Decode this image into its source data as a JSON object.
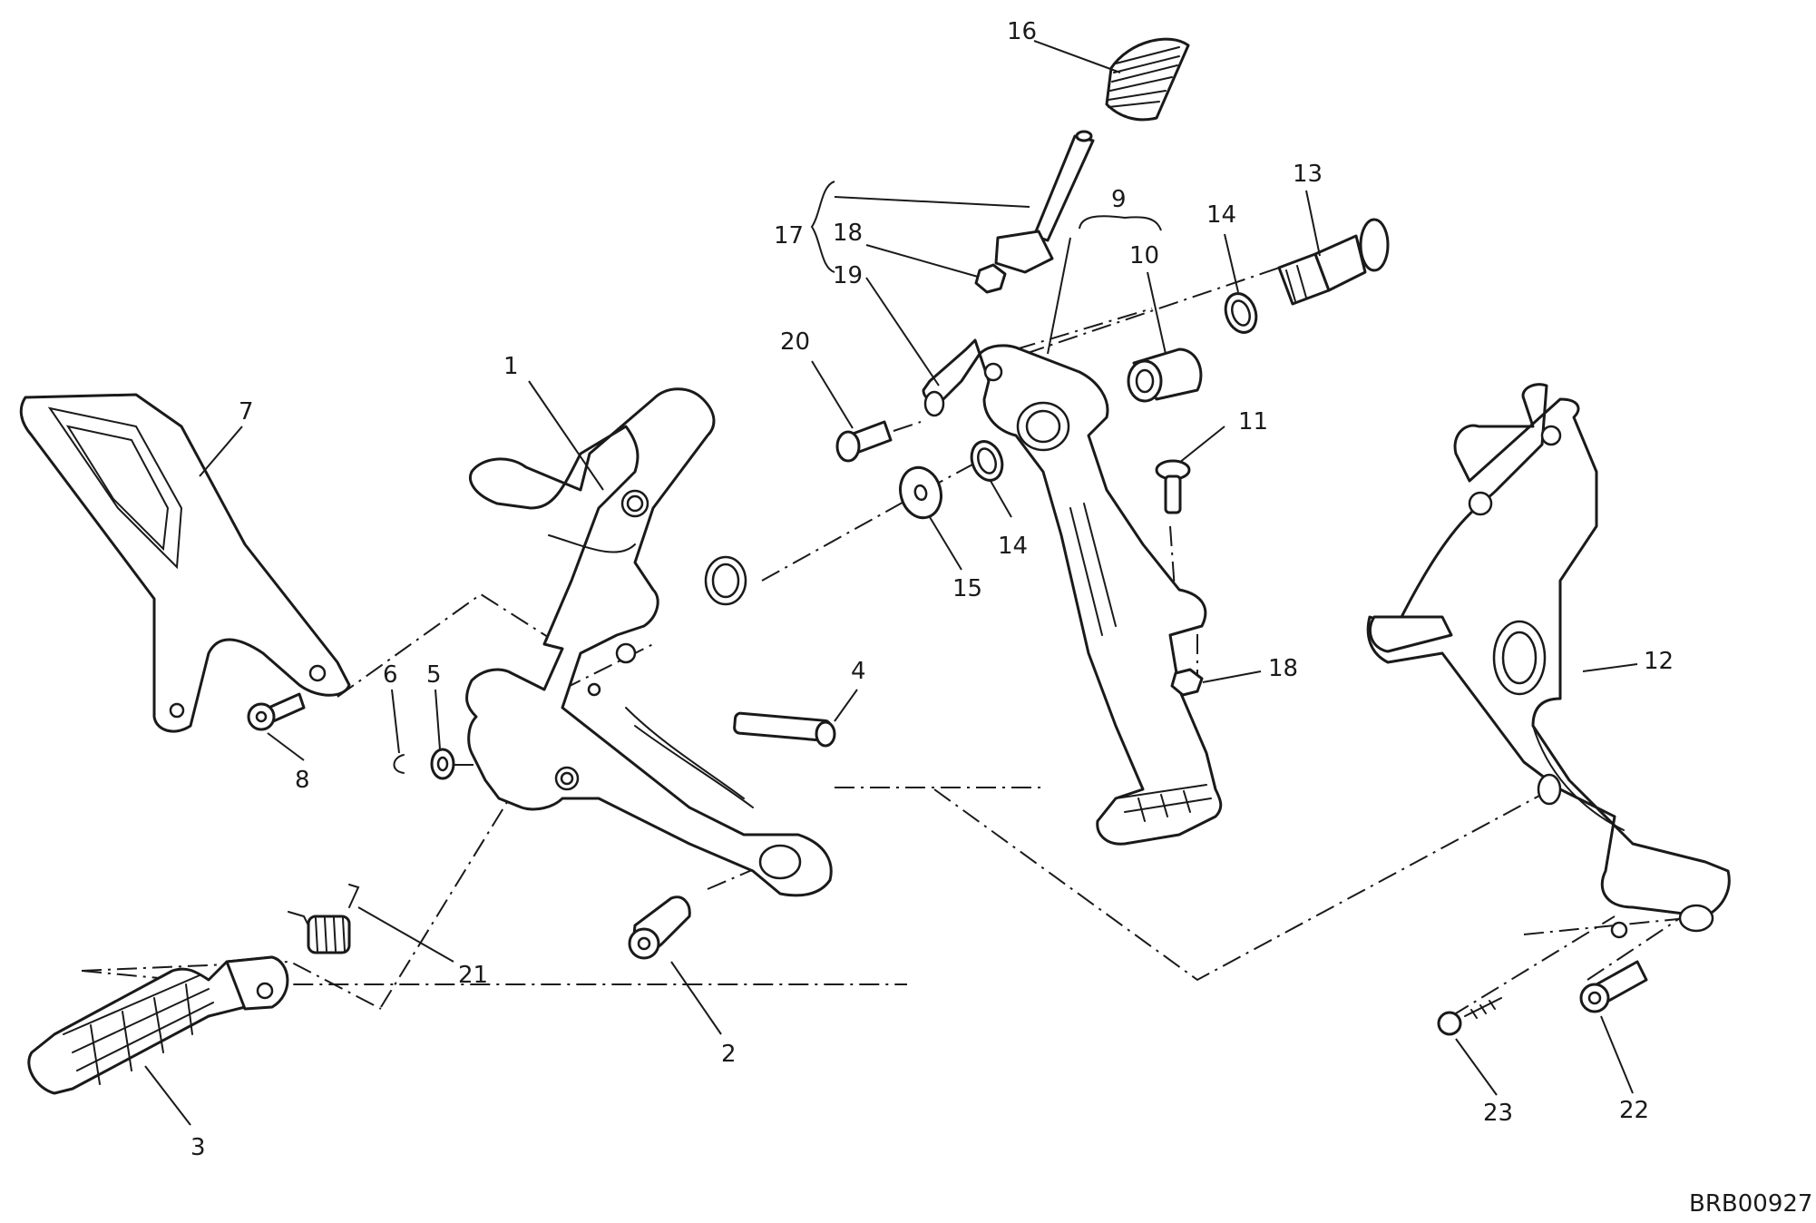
{
  "drawing_code": "BRB00927",
  "callouts": [
    {
      "id": "c1",
      "label": "1"
    },
    {
      "id": "c2",
      "label": "2"
    },
    {
      "id": "c3",
      "label": "3"
    },
    {
      "id": "c4",
      "label": "4"
    },
    {
      "id": "c5",
      "label": "5"
    },
    {
      "id": "c6",
      "label": "6"
    },
    {
      "id": "c7",
      "label": "7"
    },
    {
      "id": "c8",
      "label": "8"
    },
    {
      "id": "c9",
      "label": "9"
    },
    {
      "id": "c10",
      "label": "10"
    },
    {
      "id": "c11",
      "label": "11"
    },
    {
      "id": "c12",
      "label": "12"
    },
    {
      "id": "c13",
      "label": "13"
    },
    {
      "id": "c14a",
      "label": "14"
    },
    {
      "id": "c14b",
      "label": "14"
    },
    {
      "id": "c15",
      "label": "15"
    },
    {
      "id": "c16",
      "label": "16"
    },
    {
      "id": "c17",
      "label": "17"
    },
    {
      "id": "c18a",
      "label": "18"
    },
    {
      "id": "c18b",
      "label": "18"
    },
    {
      "id": "c19",
      "label": "19"
    },
    {
      "id": "c20",
      "label": "20"
    },
    {
      "id": "c21",
      "label": "21"
    },
    {
      "id": "c22",
      "label": "22"
    },
    {
      "id": "c23",
      "label": "23"
    }
  ]
}
